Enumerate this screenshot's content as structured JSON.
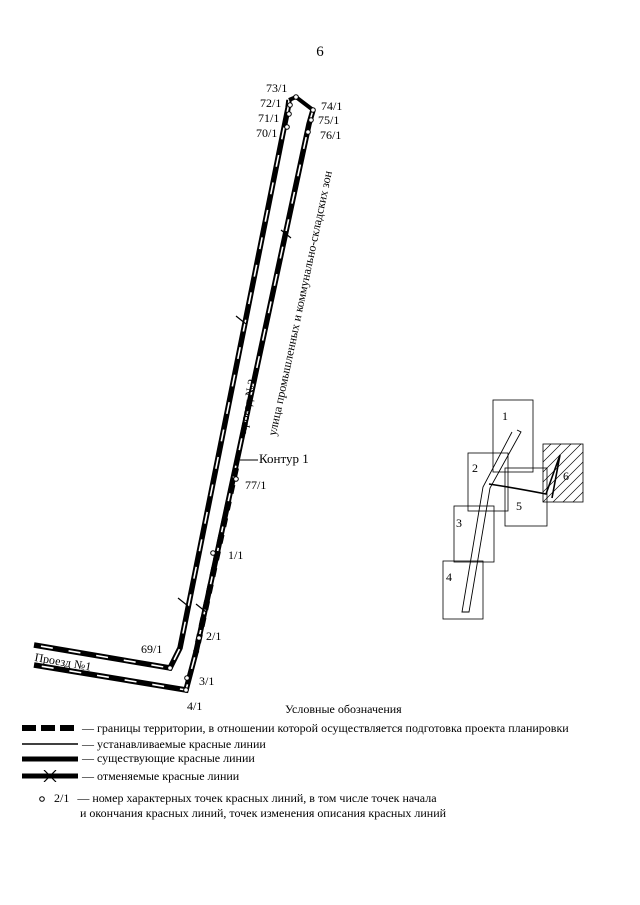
{
  "page_number": "6",
  "map": {
    "street_labels": {
      "passage_2": "проезд №2",
      "industrial_street": "улица промышленных и коммунально-складских зон",
      "passage_1": "Проезд №1"
    },
    "contour_label": "Контур 1",
    "point_labels": {
      "p73": "73/1",
      "p72": "72/1",
      "p71": "71/1",
      "p70": "70/1",
      "p74": "74/1",
      "p75": "75/1",
      "p76": "76/1",
      "p77": "77/1",
      "p1": "1/1",
      "p2": "2/1",
      "p69": "69/1",
      "p3": "3/1",
      "p4": "4/1"
    }
  },
  "inset": {
    "sheets": [
      "1",
      "2",
      "3",
      "4",
      "5",
      "6"
    ]
  },
  "legend": {
    "title": "Условные обозначения",
    "items": [
      "— границы территории, в отношении которой осуществляется подготовка проекта планировки",
      "— устанавливаемые красные линии",
      "— существующие красные линии",
      "— отменяемые красные линии"
    ],
    "point_sample": "2/1",
    "point_desc_line1": "— номер характерных точек красных линий, в том числе точек начала",
    "point_desc_line2": "и окончания красных линий, точек изменения описания красных линий"
  }
}
